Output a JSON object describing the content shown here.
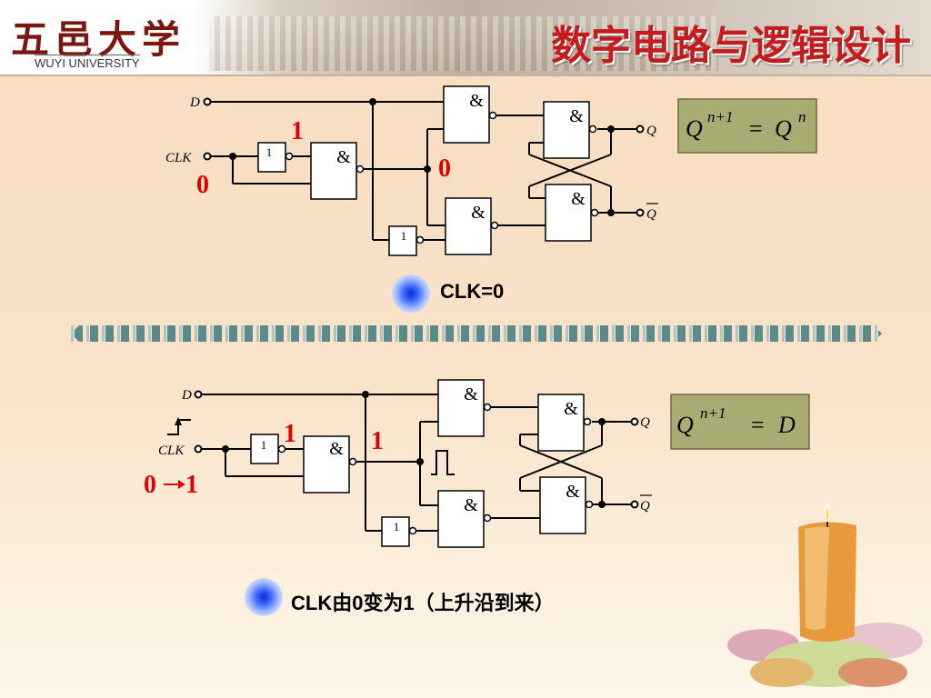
{
  "header": {
    "logo_cn": "五邑大学",
    "logo_en": "WUYI UNIVERSITY",
    "title": "数字电路与逻辑设计"
  },
  "colors": {
    "title_red": "#c41c1c",
    "state_red": "#e00000",
    "formula_bg": "#a8ab72"
  },
  "diagram_top": {
    "input_d": "D",
    "input_clk": "CLK",
    "output_q": "Q",
    "output_qbar": "Q",
    "gate_and": "&",
    "gate_not": "1",
    "state_clk": "0",
    "state_inv": "1",
    "state_mid": "0",
    "formula": {
      "base": "Q",
      "sup": "n+1",
      "eq": "=",
      "rhs": "Q",
      "rhs_sup": "n"
    },
    "caption": "CLK=0"
  },
  "diagram_bottom": {
    "input_d": "D",
    "input_clk": "CLK",
    "output_q": "Q",
    "output_qbar": "Q",
    "gate_and": "&",
    "gate_not": "1",
    "state_from": "0",
    "state_to": "1",
    "state_inv": "1",
    "state_mid": "1",
    "formula": {
      "base": "Q",
      "sup": "n+1",
      "eq": "=",
      "rhs": "D"
    },
    "caption": "CLK由0变为1（上升沿到来）"
  }
}
